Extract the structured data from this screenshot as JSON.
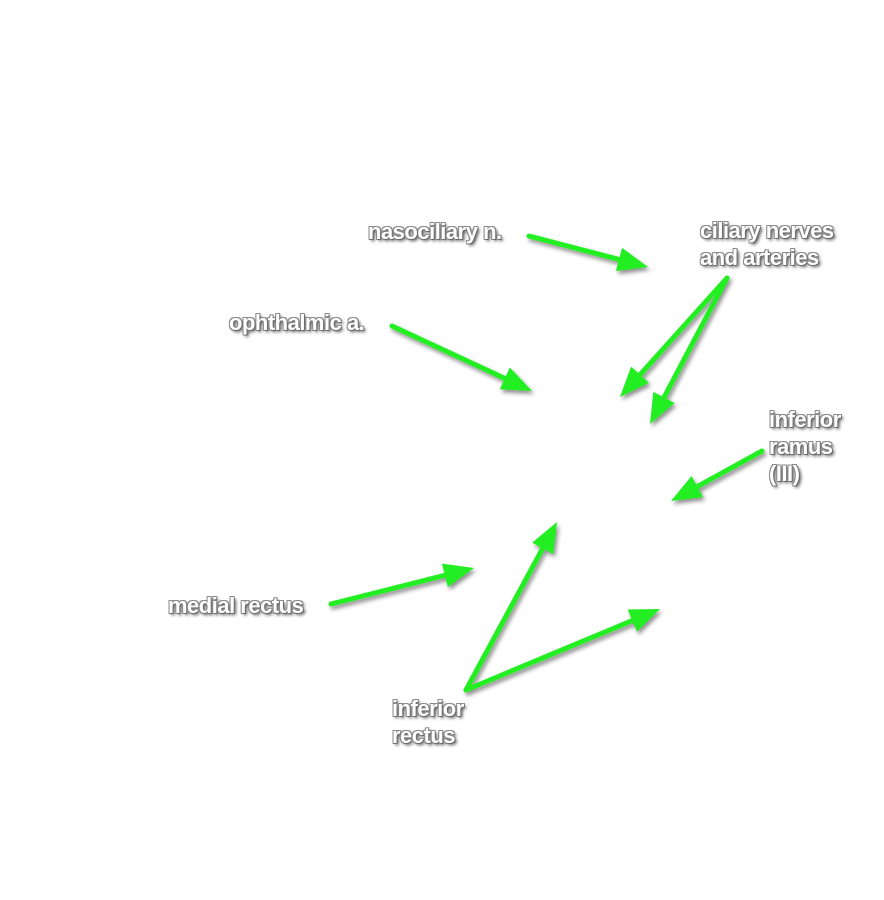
{
  "colors": {
    "arrow": "#22ee22",
    "label_text": "#ffffff",
    "label_outline": "#777777",
    "background": "#ffffff"
  },
  "labels": {
    "nasociliary": [
      "nasociliary n."
    ],
    "ciliary": [
      "ciliary nerves",
      "and arteries"
    ],
    "ophthalmic": [
      "ophthalmic a."
    ],
    "inferior_ramus": [
      "inferior",
      "ramus",
      "(III)"
    ],
    "medial_rectus": [
      "medial rectus"
    ],
    "inferior_rectus": [
      "inferior",
      "rectus"
    ]
  }
}
